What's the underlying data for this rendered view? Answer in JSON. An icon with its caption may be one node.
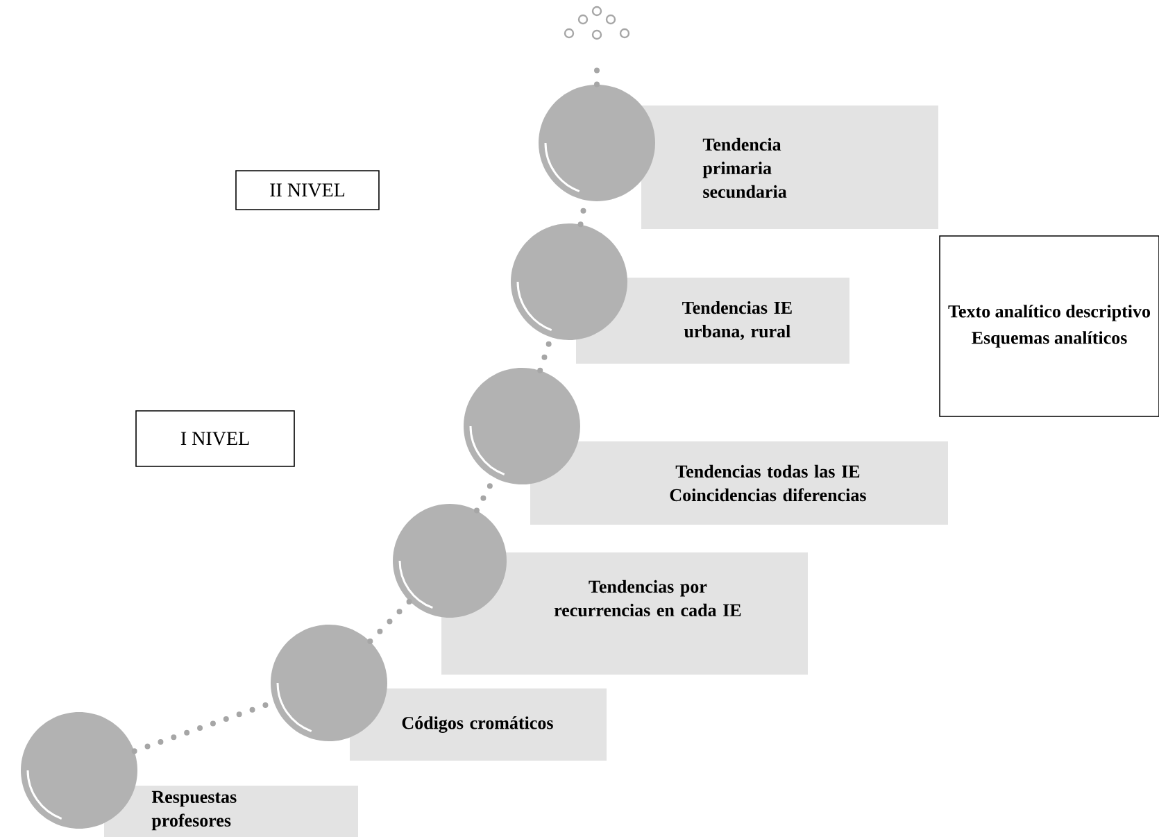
{
  "diagram": {
    "nodes": [
      {
        "text": [],
        "shape": "circle"
      },
      {
        "text": [
          "Respuestas profesores"
        ]
      },
      {
        "text": [],
        "shape": "circle"
      },
      {
        "text": [
          "Códigos cromáticos"
        ]
      },
      {
        "text": [],
        "shape": "circle"
      },
      {
        "text": [
          "Tendencias por recurrencias en cada IE"
        ]
      },
      {
        "text": [],
        "shape": "circle"
      },
      {
        "text": [
          "Tendencias todas las IE",
          "Coincidencias diferencias"
        ]
      },
      {
        "text": [],
        "shape": "circle"
      },
      {
        "text": [
          "Tendencias IE urbana, rural"
        ]
      },
      {
        "text": [],
        "shape": "circle"
      },
      {
        "text": [
          "Tendencia primaria secundaria"
        ]
      },
      {
        "text": [
          "II NIVEL"
        ]
      },
      {
        "text": [
          "I NIVEL"
        ]
      },
      {
        "text": [
          "Texto analítico descriptivo Esquemas analíticos"
        ]
      }
    ],
    "edges": [
      {
        "from": 0,
        "to": 2,
        "arrow": "none"
      },
      {
        "from": 2,
        "to": 4,
        "arrow": "none"
      },
      {
        "from": 4,
        "to": 6,
        "arrow": "none"
      },
      {
        "from": 6,
        "to": 8,
        "arrow": "none"
      },
      {
        "from": 8,
        "to": 10,
        "arrow": "none"
      },
      {
        "from": 10,
        "to": null,
        "arrow": "none"
      }
    ]
  }
}
